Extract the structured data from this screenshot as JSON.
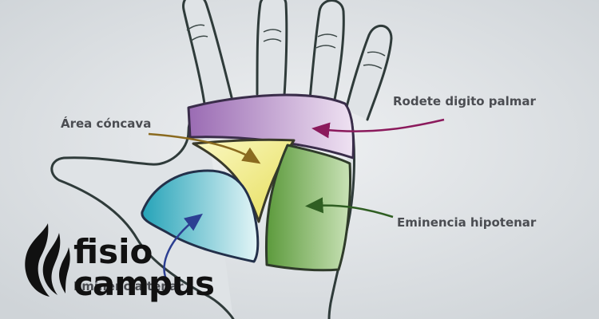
{
  "labels": {
    "area_concava": "Área cóncava",
    "rodete": "Rodete digito palmar",
    "hipotenar": "Eminencia hipotenar",
    "tenar": "Eminencia tenar"
  },
  "logo": {
    "line1": "fisio",
    "line2": "campus"
  },
  "colors": {
    "background": "#dfe3e6",
    "outline": "#2f3b3a",
    "rodete": "#a57ab9",
    "concava": "#f1ed8a",
    "hipotenar": "#6fa84e",
    "tenar": "#2aa9bd",
    "arrow_rodete": "#8b1a5c",
    "arrow_concava": "#8a6a1f",
    "arrow_hipotenar": "#2f5e22",
    "arrow_tenar": "#2c3f92"
  }
}
